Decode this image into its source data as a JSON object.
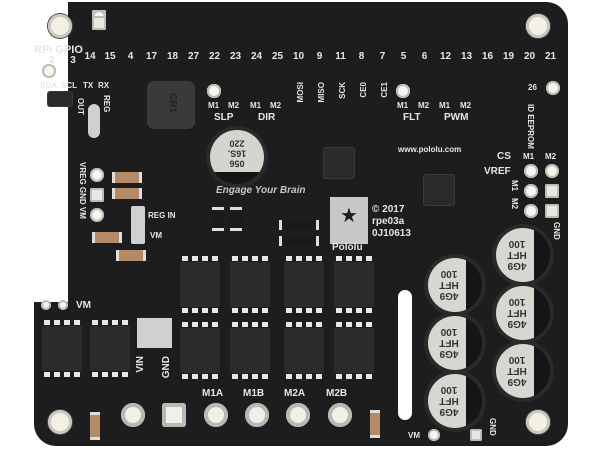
{
  "subject": "Pololu dual motor driver board (Raspberry Pi HAT form factor), top view product photo",
  "colors": {
    "pcb": "#1d1d1f",
    "silkscreen": "#e6e6e6",
    "pad": "#f4f1e4",
    "background": "#ffffff"
  },
  "header": {
    "title": "RPi GPIO",
    "gpio_row_labels": [
      "2",
      "3",
      "14",
      "15",
      "4",
      "17",
      "18",
      "27",
      "22",
      "23",
      "24",
      "25",
      "10",
      "9",
      "11",
      "8",
      "7",
      "5",
      "6",
      "12",
      "13",
      "16",
      "19",
      "20",
      "21"
    ],
    "signal_labels": [
      "SDA",
      "SCL",
      "TX",
      "RX",
      "MOSI",
      "MISO",
      "SCK",
      "CE0",
      "CE1"
    ],
    "extra_pin": "26"
  },
  "function_groups": [
    {
      "label": "SLP",
      "pins": [
        "M1",
        "M2"
      ]
    },
    {
      "label": "DIR",
      "pins": [
        "M1",
        "M2"
      ]
    },
    {
      "label": "FLT",
      "pins": [
        "M1",
        "M2"
      ]
    },
    {
      "label": "PWM",
      "pins": [
        "M1",
        "M2"
      ]
    }
  ],
  "left_labels": {
    "out": "OUT",
    "reg": "REG",
    "power_row": "VREG GND VM",
    "reg_in": "REG IN",
    "vm": "VM",
    "vm_bottom": "VM"
  },
  "right_labels": {
    "id_eeprom": "ID EEPROM",
    "cs": "CS",
    "cs_m1": "M1",
    "cs_m2": "M2",
    "vref": "VREF",
    "vref_m1": "M1",
    "vref_m2": "M2",
    "gnd": "GND",
    "url": "www.pololu.com"
  },
  "board_text": {
    "slogan": "Engage Your Brain",
    "copyright": "© 2017",
    "revision": "rpe03a",
    "serial": "0J10613",
    "brand": "Pololu",
    "inductor_marking": "CR1",
    "big_cap_marking": [
      "220",
      "16S.",
      "056"
    ]
  },
  "capacitors": {
    "count": 6,
    "marking": [
      "100",
      "HFT",
      "4G9"
    ]
  },
  "terminals": {
    "labels": [
      "VIN",
      "GND",
      "M1A",
      "M1B",
      "M2A",
      "M2B"
    ]
  },
  "bottom_labels": {
    "vm": "VM",
    "gnd": "GND"
  }
}
